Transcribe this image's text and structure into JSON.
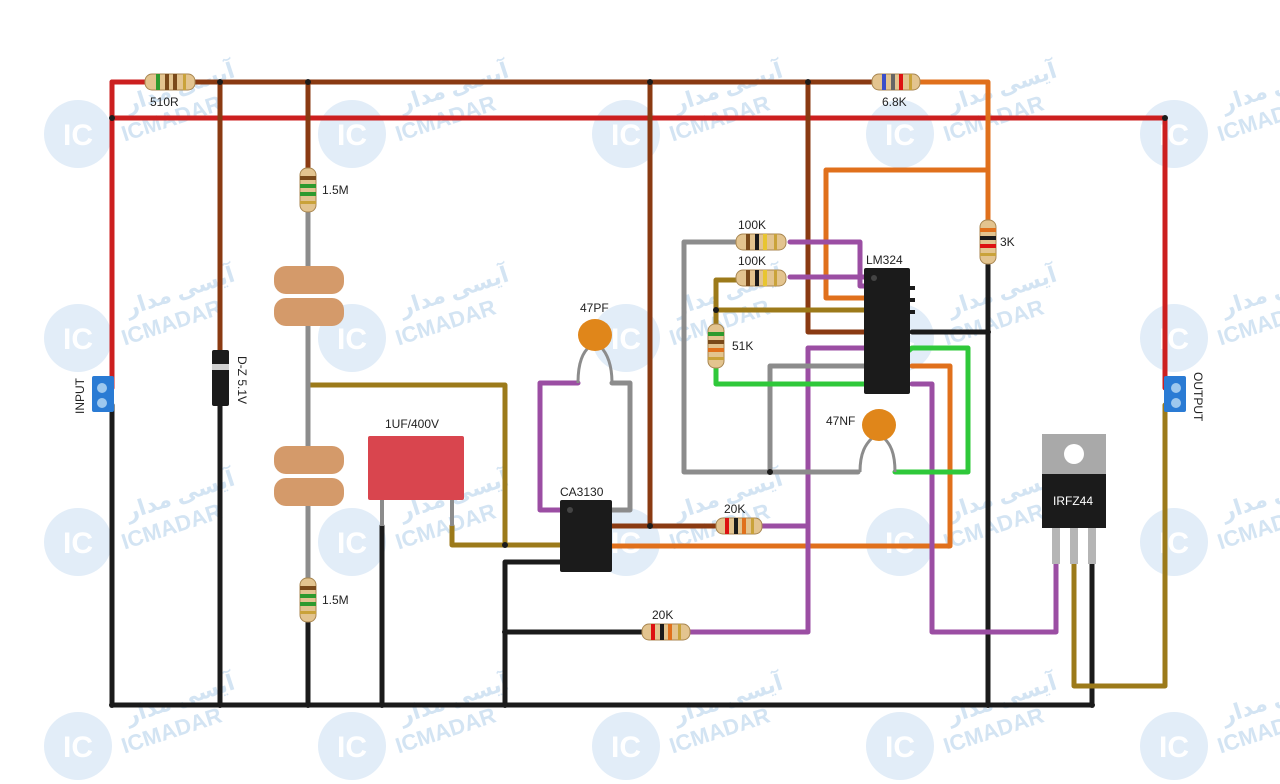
{
  "watermark": {
    "latin": "ICMADAR",
    "persian": "آیسی مدار",
    "badge": "IC"
  },
  "colors": {
    "red": "#cc1f1f",
    "brown": "#8a3a12",
    "black": "#1b1b1b",
    "orange": "#e0701c",
    "purple": "#9b4ea3",
    "gray": "#8c8c8c",
    "green": "#2fc83a",
    "olive": "#9c7a1a",
    "capacitor_red": "#d9454e",
    "ceramic": "#e0861a",
    "film_cap": "#d49a6a"
  },
  "labels": {
    "r510": "510R",
    "r6k8": "6.8K",
    "r1m5_top": "1.5M",
    "r1m5_bottom": "1.5M",
    "r100k_a": "100K",
    "r100k_b": "100K",
    "r51k": "51K",
    "r3k": "3K",
    "r20k_a": "20K",
    "r20k_b": "20K",
    "c47pf": "47PF",
    "c47nf": "47NF",
    "c1uf": "1UF/400V",
    "zener": "D-Z 5.1V",
    "ca3130": "CA3130",
    "lm324": "LM324",
    "mosfet": "IRFZ44",
    "input": "INPUT",
    "output": "OUTPUT"
  }
}
